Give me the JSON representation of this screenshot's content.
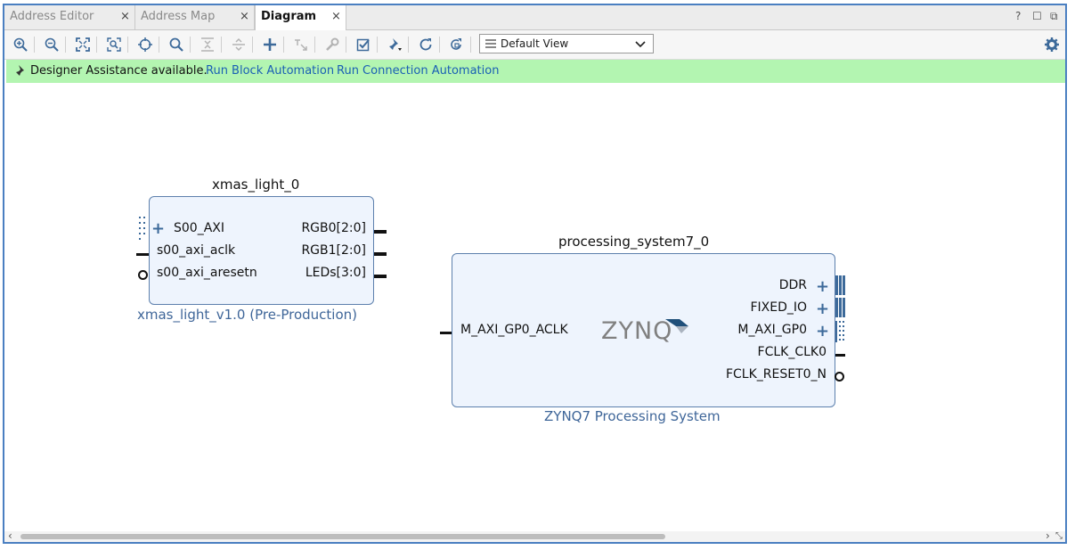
{
  "tabs": [
    {
      "label": "Address Editor",
      "close": "×"
    },
    {
      "label": "Address Map",
      "close": "×"
    },
    {
      "label": "Diagram",
      "close": "×"
    }
  ],
  "window_controls": {
    "help": "?",
    "maximize": "☐",
    "float": "⧉"
  },
  "toolbar": {
    "view_select": {
      "value": "Default View"
    },
    "icons": [
      "zoom-in-icon",
      "zoom-out-icon",
      "zoom-fit-icon",
      "zoom-area-icon",
      "center-icon",
      "search-icon",
      "collapse-all-icon",
      "expand-all-icon",
      "add-ip-icon",
      "make-external-icon",
      "properties-icon",
      "validate-icon",
      "pin-icon",
      "refresh-icon",
      "regenerate-layout-icon",
      "settings-icon"
    ]
  },
  "assistance": {
    "message": "Designer Assistance available.",
    "run_block": "Run Block Automation",
    "run_connection": "Run Connection Automation"
  },
  "blocks": {
    "xmas": {
      "name": "xmas_light_0",
      "subtitle": "xmas_light_v1.0 (Pre-Production)",
      "in_ports": [
        "S00_AXI",
        "s00_axi_aclk",
        "s00_axi_aresetn"
      ],
      "out_ports": [
        "RGB0[2:0]",
        "RGB1[2:0]",
        "LEDs[3:0]"
      ]
    },
    "ps7": {
      "name": "processing_system7_0",
      "subtitle": "ZYNQ7 Processing System",
      "logo": "ZYNQ",
      "in_ports": [
        "M_AXI_GP0_ACLK"
      ],
      "out_ports": [
        "DDR",
        "FIXED_IO",
        "M_AXI_GP0",
        "FCLK_CLK0",
        "FCLK_RESET0_N"
      ]
    }
  },
  "colors": {
    "accent": "#3d6a9a",
    "banner": "#b3f5b1",
    "frame": "#4a7fc1",
    "block_fill": "#eef4fd"
  }
}
